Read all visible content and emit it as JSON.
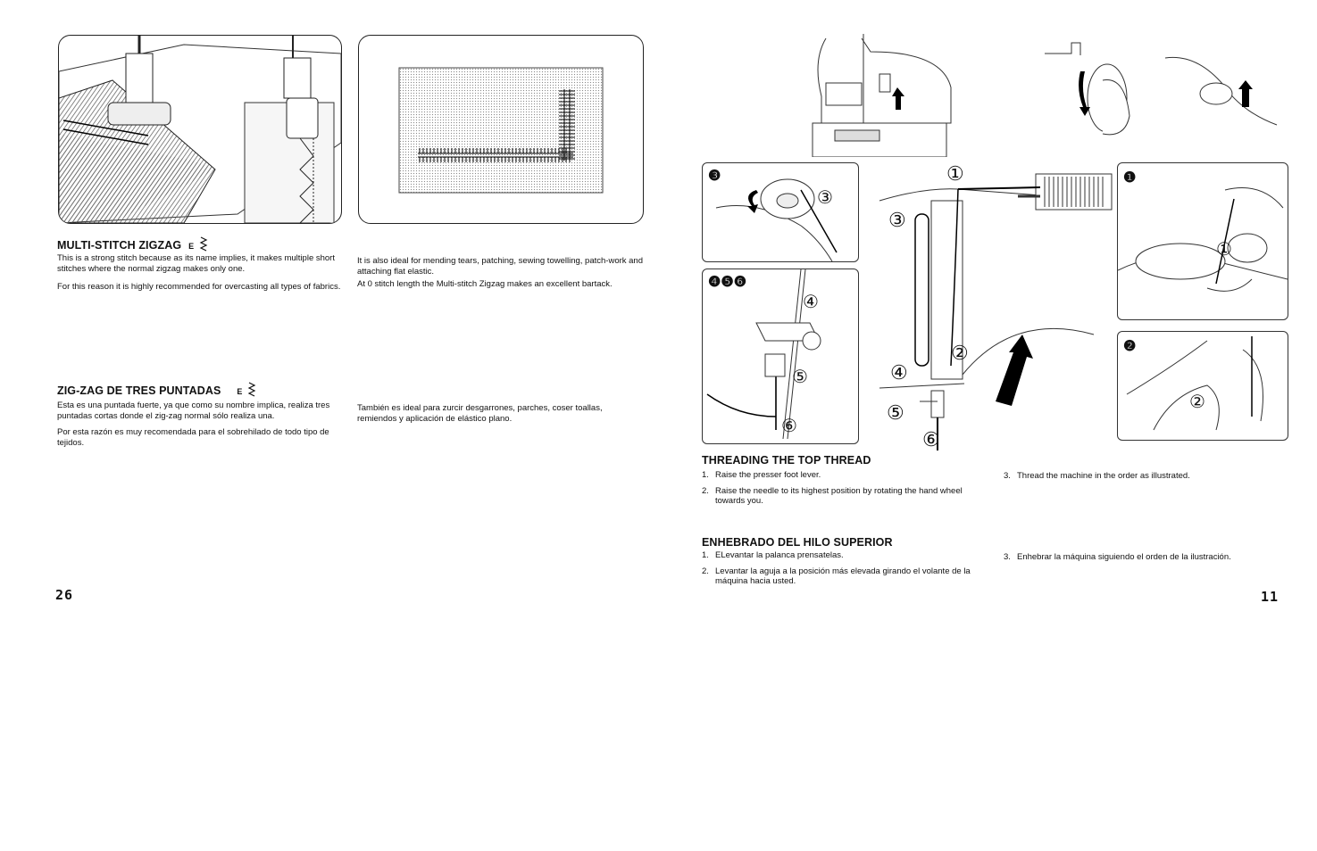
{
  "left_page": {
    "page_number": "26",
    "figures": {
      "sewing_photo": "multi-stitch-zigzag-sewing-illustration",
      "fabric_sample": "multi-stitch-zigzag-fabric-sample"
    },
    "english": {
      "title": "MULTI-STITCH ZIGZAG",
      "mark": "E",
      "para1": "This is a strong stitch because as its name implies, it makes multiple short stitches where the normal zigzag makes only one.",
      "para2": "For this reason it is highly recommended for overcasting all types of fabrics.",
      "para3": "It is also ideal for mending tears, patching, sewing towelling, patch-work and attaching flat elastic.",
      "para4": "At 0 stitch length the Multi-stitch Zigzag makes an excellent bartack."
    },
    "spanish": {
      "title": "ZIG-ZAG DE TRES PUNTADAS",
      "mark": "E",
      "para1": "Esta es una puntada fuerte, ya que como su nombre implica, realiza tres puntadas cortas donde el zig-zag normal sólo realiza una.",
      "para2": "Por esta razón es muy recomendada para el sobrehilado de todo tipo de tejidos.",
      "para3": "También es ideal para zurcir desgarrones, parches, coser toallas, remiendos y aplicación de elástico plano."
    }
  },
  "right_page": {
    "page_number": "11",
    "diagram_labels": {
      "c1": "①",
      "c2": "②",
      "c3": "③",
      "c4": "④",
      "c5": "⑤",
      "c6": "⑥",
      "b1": "❶",
      "b2": "❷",
      "b3": "❸",
      "b456": "❹❺❻"
    },
    "english": {
      "title": "THREADING THE TOP THREAD",
      "steps": [
        {
          "n": "1.",
          "text": "Raise the presser foot lever."
        },
        {
          "n": "2.",
          "text": "Raise the needle to its highest position by rotating the hand wheel towards you."
        },
        {
          "n": "3.",
          "text": "Thread the machine in the order as illustrated."
        }
      ]
    },
    "spanish": {
      "title": "ENHEBRADO DEL HILO SUPERIOR",
      "steps": [
        {
          "n": "1.",
          "text": "ELevantar la palanca prensatelas."
        },
        {
          "n": "2.",
          "text": "Levantar la aguja a la posición más elevada girando el volante de la máquina hacia usted."
        },
        {
          "n": "3.",
          "text": "Enhebrar la máquina siguiendo el orden de la ilustración."
        }
      ]
    }
  }
}
